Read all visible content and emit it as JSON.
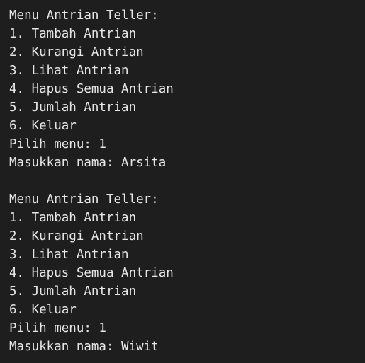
{
  "terminal": {
    "block1": {
      "header": "Menu Antrian Teller:",
      "options": [
        "1. Tambah Antrian",
        "2. Kurangi Antrian",
        "3. Lihat Antrian",
        "4. Hapus Semua Antrian",
        "5. Jumlah Antrian",
        "6. Keluar"
      ],
      "prompt_choice": "Pilih menu: 1",
      "prompt_name": "Masukkan nama: Arsita"
    },
    "block2": {
      "header": "Menu Antrian Teller:",
      "options": [
        "1. Tambah Antrian",
        "2. Kurangi Antrian",
        "3. Lihat Antrian",
        "4. Hapus Semua Antrian",
        "5. Jumlah Antrian",
        "6. Keluar"
      ],
      "prompt_choice": "Pilih menu: 1",
      "prompt_name": "Masukkan nama: Wiwit"
    }
  },
  "colors": {
    "background": "#1e1e1e",
    "text": "#e6e6e6"
  }
}
